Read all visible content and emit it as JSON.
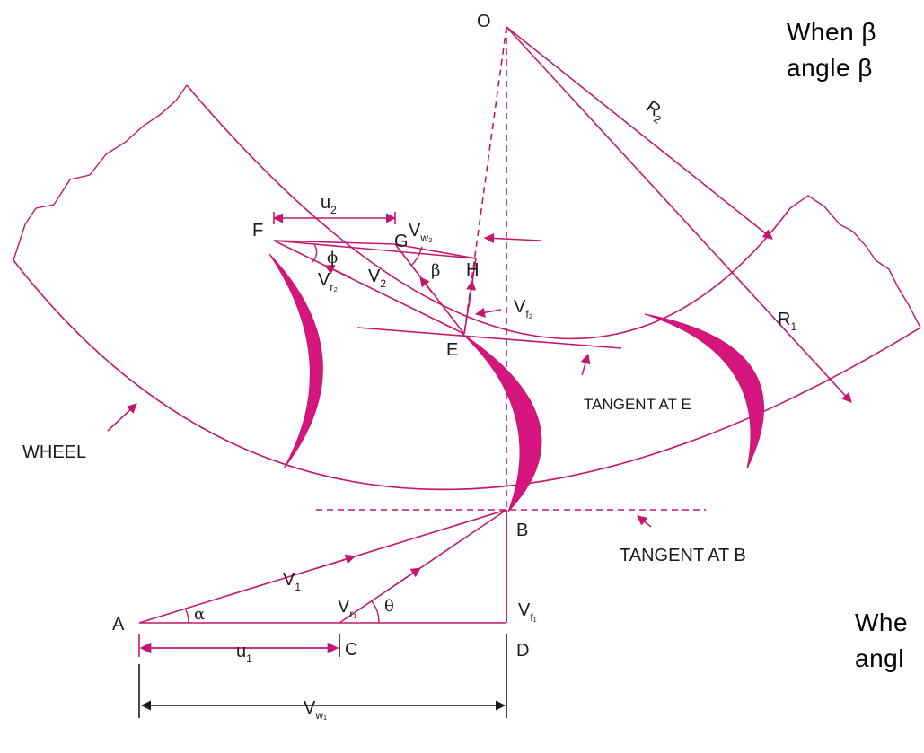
{
  "colors": {
    "magenta": "#d6157f",
    "line": "#c4166f",
    "text": "#1a1a1a"
  },
  "slide_text": {
    "line1": "When β",
    "line2": "angle  β",
    "line3": "Whe",
    "line4": "angl"
  },
  "labels": {
    "O": "O",
    "R2": "R",
    "R2_sub": "2",
    "R1": "R",
    "R1_sub": "1",
    "F": "F",
    "G": "G",
    "H": "H",
    "E": "E",
    "B": "B",
    "A": "A",
    "C": "C",
    "D": "D",
    "u2": "u",
    "u2_sub": "2",
    "Vw2": "V",
    "Vw2_sub": "w₂",
    "phi": "ϕ",
    "beta": "β",
    "V2": "V",
    "V2_sub": "2",
    "Vr2": "V",
    "Vr2_sub": "r₂",
    "Vf2": "V",
    "Vf2_sub": "f₂",
    "tangent_e": "TANGENT AT E",
    "wheel": "WHEEL",
    "tangent_b": "TANGENT AT B",
    "V1": "V",
    "V1_sub": "1",
    "Vr1": "V",
    "Vr1_sub": "r₁",
    "Vf1": "V",
    "Vf1_sub": "f₁",
    "alpha": "α",
    "theta": "θ",
    "u1": "u",
    "u1_sub": "1",
    "Vw1": "V",
    "Vw1_sub": "w₁"
  }
}
